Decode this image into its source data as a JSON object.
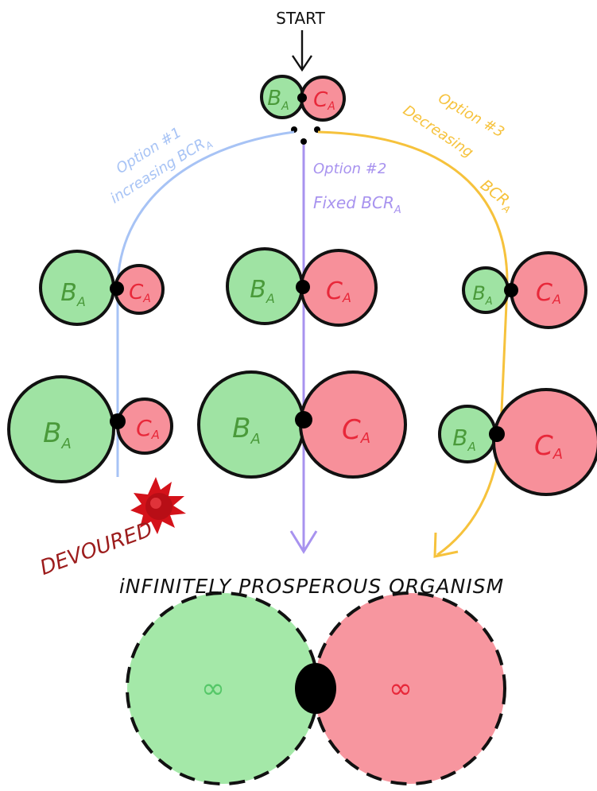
{
  "labels": {
    "start": "START",
    "option1_title": "Option #1",
    "option1_desc": "increasing BCR",
    "option2_title": "Option #2",
    "option2_desc": "Fixed BCR",
    "option3_title": "Option #3",
    "option3_desc_top": "Decreasing",
    "option3_desc_bottom": "BCR",
    "subscript_a": "A",
    "devoured": "DEVOURED",
    "result": "iNFINITELY PROSPEROUS ORGANISM",
    "ba": "B",
    "ca": "C",
    "infinity_b": "∞",
    "infinity_c": "∞"
  },
  "colors": {
    "option1": "#a7c3f5",
    "option2": "#a893ef",
    "option3": "#f6c23c",
    "benefit_fill": "#9fe3a3",
    "cost_fill": "#f7909a",
    "benefit_text": "#4a9a3a",
    "cost_text": "#e8283a",
    "devoured": "#9c1c1c",
    "splat": "#d4121a"
  }
}
